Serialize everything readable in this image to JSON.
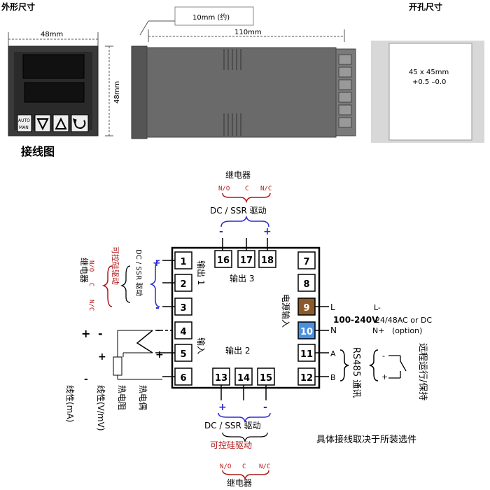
{
  "top_section": {
    "outline_title": "外形尺寸",
    "cutout_title": "开孔尺寸",
    "width_front": "48mm",
    "height_front": "48mm",
    "depth_label": "110mm",
    "bezel_note": "10mm (约)",
    "cutout_size": "45 x 45mm",
    "cutout_tolerance": "+0.5 –0.0",
    "auto_man_top": "AUTO",
    "auto_man_bottom": "MAN",
    "wiring_title": "接线图"
  },
  "terminals": [
    "1",
    "2",
    "3",
    "4",
    "5",
    "6",
    "7",
    "8",
    "9",
    "10",
    "11",
    "12",
    "13",
    "14",
    "15",
    "16",
    "17",
    "18"
  ],
  "colors": {
    "brown_terminal": "#8B5A2B",
    "blue_terminal": "#4A90E2",
    "blue_bracket": "#2b2bd0",
    "red_text": "#b01818"
  },
  "labels": {
    "out3": "输出 3",
    "out2": "输出 2",
    "out1": "输出 1",
    "input": "输入",
    "power_in": "电源输入",
    "relay_top": "继电器",
    "relay_bottom": "继电器",
    "nc_top": "N/C",
    "c_top": "C",
    "no_top": "N/O",
    "dc_ssr_top": "DC / SSR 驱动",
    "dc_ssr_bottom": "DC / SSR 驱动",
    "thyristor_bottom": "可控硅驱动",
    "no_bottom": "N/O",
    "c_bottom": "C",
    "nc_bottom": "N/C",
    "left_thyristor": "可控硅驱动",
    "left_relay": "继电器",
    "left_dc_ssr": "DC / SSR 驱动",
    "left_no": "N/O",
    "left_c": "C",
    "left_nc": "N/C",
    "plus": "+",
    "minus": "-",
    "L": "L",
    "N": "N",
    "A": "A",
    "B": "B",
    "L_minus": "L-",
    "N_plus": "N+",
    "voltage": "100-240V",
    "voltage_alt": "24/48AC or DC",
    "option": "(option)",
    "rs485": "RS485 通讯",
    "remote": "远程运行/保持",
    "thermocouple": "热电偶",
    "rtd": "热电阻",
    "linear_v": "线性(V/mV)",
    "linear_ma": "线性(mA)",
    "footer": "具体接线取决于所装选件"
  }
}
